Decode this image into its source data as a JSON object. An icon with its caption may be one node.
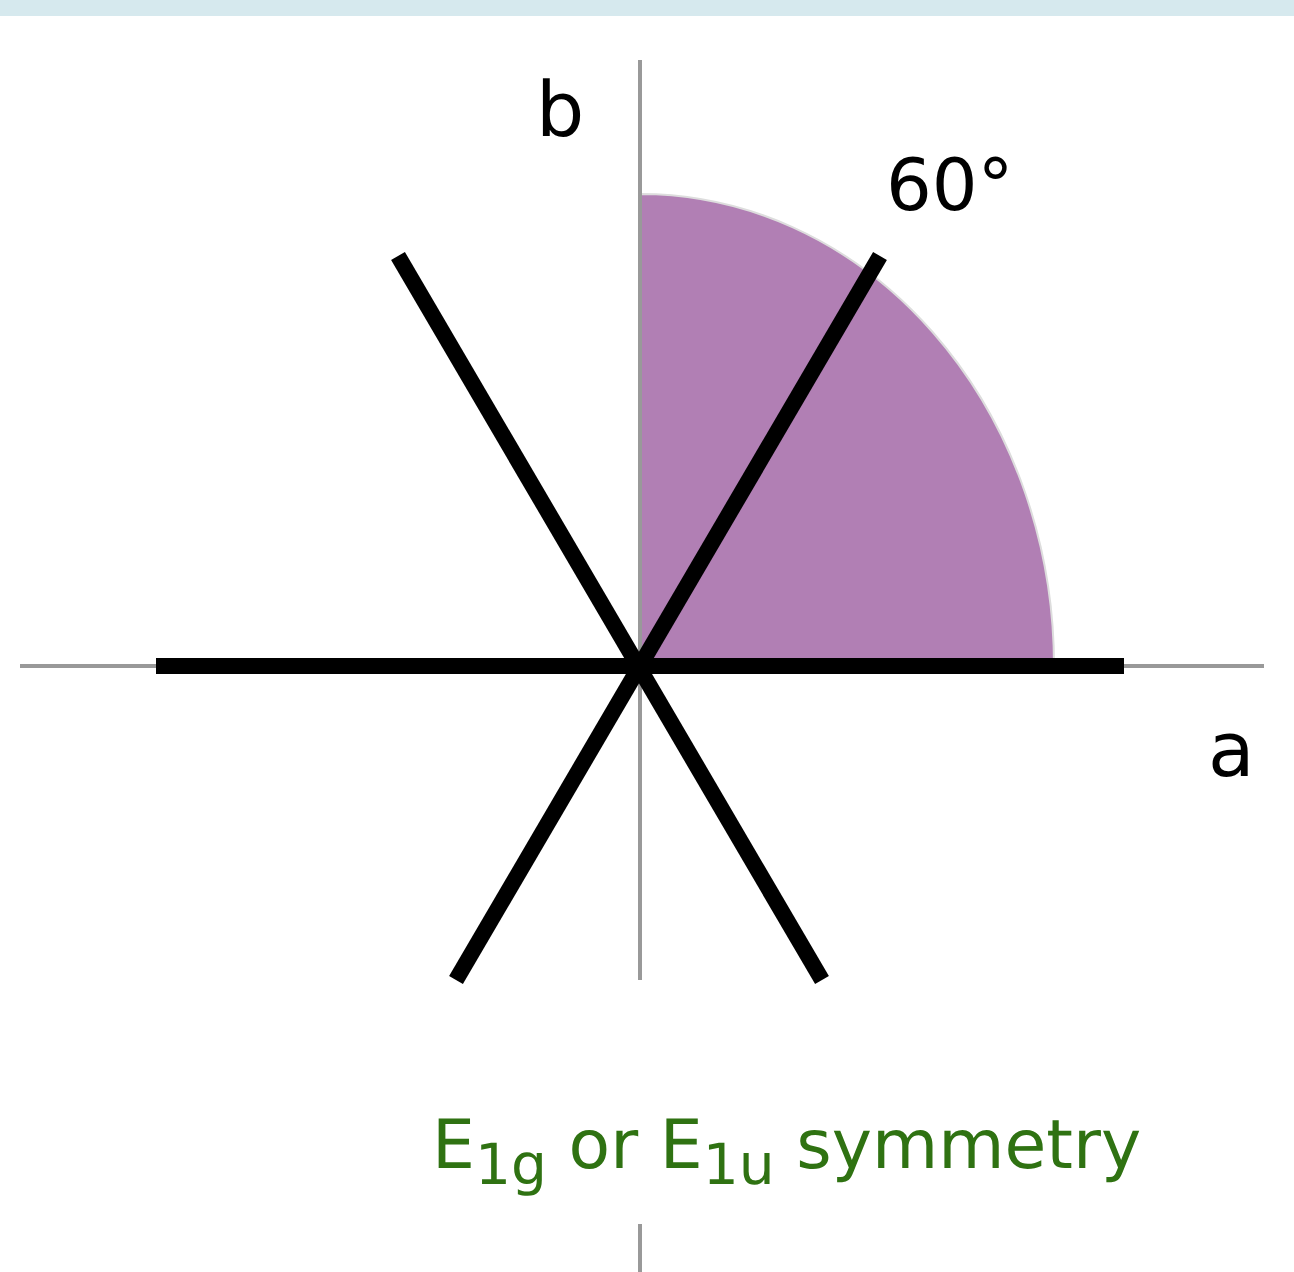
{
  "diagram": {
    "labels": [
      "b",
      "60°",
      "a",
      "E$_{1g}$ or E$_{1u}$ symmetry"
    ]
  }
}
